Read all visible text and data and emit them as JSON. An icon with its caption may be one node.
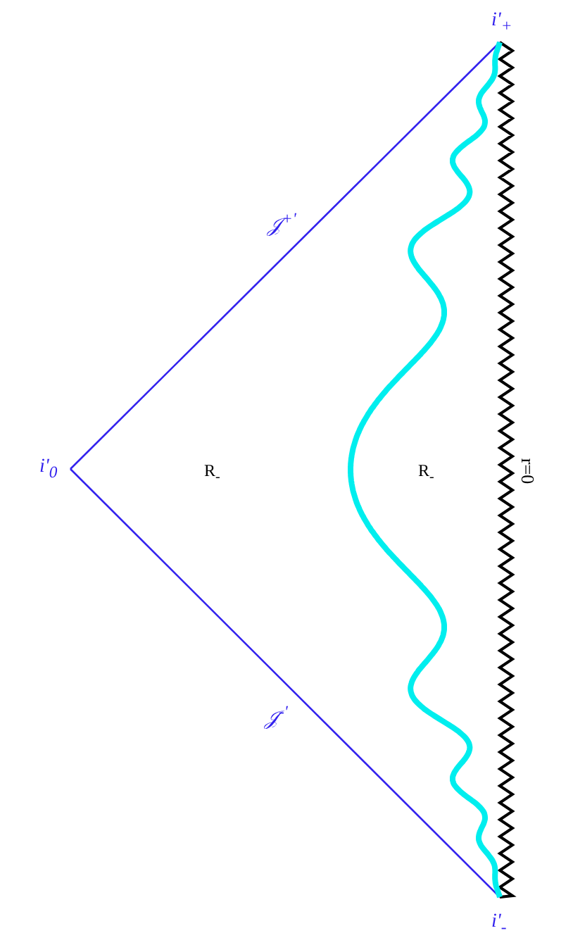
{
  "diagram": {
    "labels": [
      "i'$_{+}$",
      "𝒥$^{+'}$",
      "i'$_{0}$",
      "R$_{-}$",
      "R$_{-}$",
      "r=0",
      "𝒥$^{-'}$",
      "i'$_{-}$"
    ]
  }
}
